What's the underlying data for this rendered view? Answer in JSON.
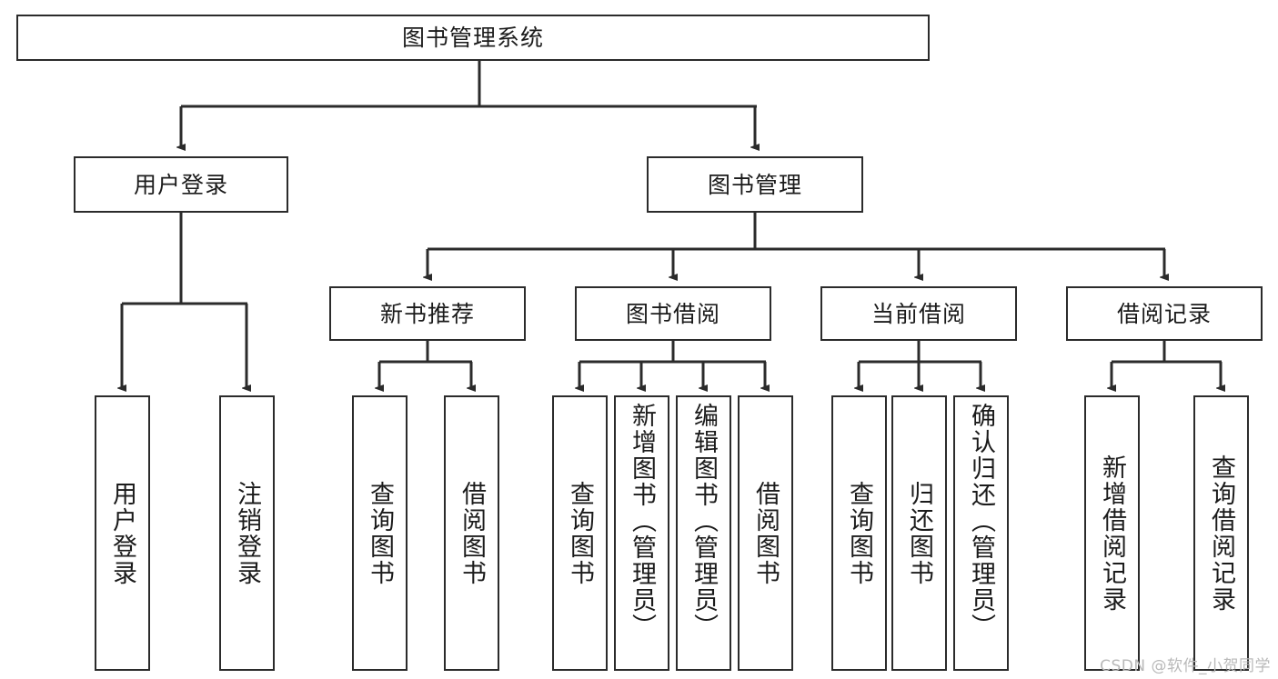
{
  "diagram": {
    "title": "图书管理系统",
    "watermark": "CSDN @软件_小贺同学",
    "colors": {
      "box_border": "#2b2b2b",
      "box_fill": "#ffffff",
      "edge": "#2b2b2b",
      "text": "#1b1b1b",
      "watermark": "#b9b9b9",
      "background": "#ffffff"
    },
    "nodes": {
      "root": "图书管理系统",
      "level2": {
        "user_login": "用户登录",
        "book_manage": "图书管理"
      },
      "level3": {
        "new_book_recommend": "新书推荐",
        "book_borrow": "图书借阅",
        "current_borrow": "当前借阅",
        "borrow_record": "借阅记录"
      },
      "leaves": {
        "user_login_1": "用户登录",
        "user_login_2": "注销登录",
        "new_book_1": "查询图书",
        "new_book_2": "借阅图书",
        "borrow_1": "查询图书",
        "borrow_2": "新增图书（管理员）",
        "borrow_3": "编辑图书（管理员）",
        "borrow_4": "借阅图书",
        "current_1": "查询图书",
        "current_2": "归还图书",
        "current_3": "确认归还（管理员）",
        "record_1": "新增借阅记录",
        "record_2": "查询借阅记录"
      }
    }
  }
}
